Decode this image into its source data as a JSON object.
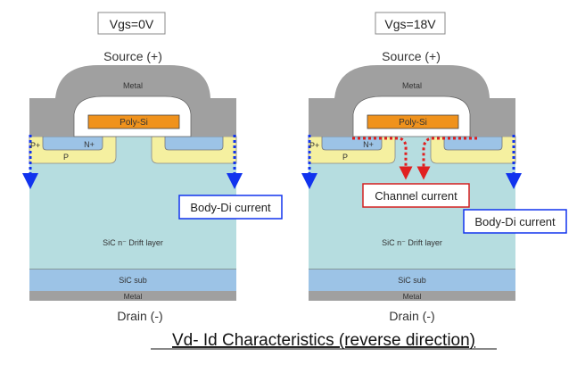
{
  "title": "Vd- Id Characteristics (reverse direction)",
  "colors": {
    "metal": "#a0a0a0",
    "poly_si": "#f0921c",
    "p_region": "#f5f0a0",
    "n_plus": "#9cc3e6",
    "drift": "#b6dde0",
    "substrate": "#9cc3e6",
    "body_diode_current": "#1133ee",
    "channel_current": "#e02020"
  },
  "devices": [
    {
      "vgs_label": "Vgs=0V",
      "source_label": "Source (+)",
      "metal_label": "Metal",
      "poly_label": "Poly-Si",
      "p_plus_label": "P+",
      "n_plus_label": "N+",
      "p_label": "P",
      "drift_label": "SiC n⁻ Drift layer",
      "sub_label": "SiC sub",
      "bottom_metal_label": "Metal",
      "drain_label": "Drain (-)",
      "body_di_label": "Body-Di current"
    },
    {
      "vgs_label": "Vgs=18V",
      "source_label": "Source (+)",
      "metal_label": "Metal",
      "poly_label": "Poly-Si",
      "p_plus_label": "P+",
      "n_plus_label": "N+",
      "p_label": "P",
      "drift_label": "SiC n⁻ Drift layer",
      "sub_label": "SiC sub",
      "bottom_metal_label": "Metal",
      "drain_label": "Drain (-)",
      "body_di_label": "Body-Di current",
      "channel_label": "Channel current"
    }
  ]
}
